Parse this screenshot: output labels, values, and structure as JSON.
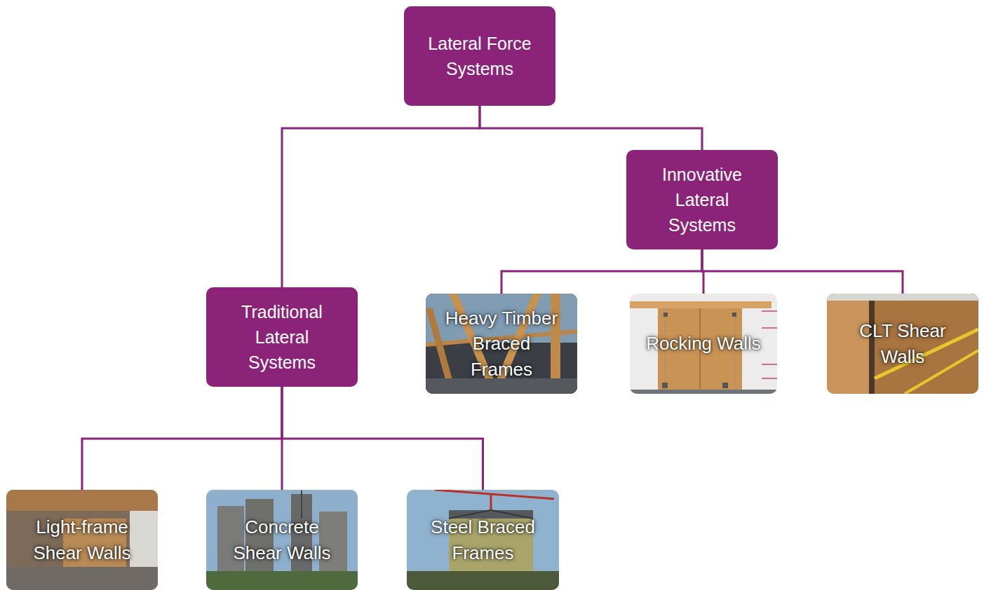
{
  "diagram": {
    "nodes": [
      {
        "text": [
          "Lateral Force Systems"
        ]
      },
      {
        "text": [
          "Innovative Lateral Systems"
        ]
      },
      {
        "text": [
          "Heavy Timber Braced Frames"
        ]
      },
      {
        "text": [
          "Rocking Walls"
        ]
      },
      {
        "text": [
          "CLT Shear Walls"
        ]
      },
      {
        "text": [
          "Traditional Lateral Systems"
        ]
      },
      {
        "text": [
          "Light-frame Shear Walls"
        ]
      },
      {
        "text": [
          "Concrete Shear Walls"
        ]
      },
      {
        "text": [
          "Steel Braced Frames"
        ]
      }
    ],
    "edges": [
      {
        "from": 0,
        "to": 1,
        "arrow": "none"
      },
      {
        "from": 0,
        "to": 5,
        "arrow": "none"
      },
      {
        "from": 1,
        "to": 2,
        "arrow": "none"
      },
      {
        "from": 1,
        "to": 3,
        "arrow": "none"
      },
      {
        "from": 1,
        "to": 4,
        "arrow": "none"
      },
      {
        "from": 5,
        "to": 6,
        "arrow": "none"
      },
      {
        "from": 5,
        "to": 7,
        "arrow": "none"
      },
      {
        "from": 5,
        "to": 8,
        "arrow": "none"
      }
    ]
  }
}
